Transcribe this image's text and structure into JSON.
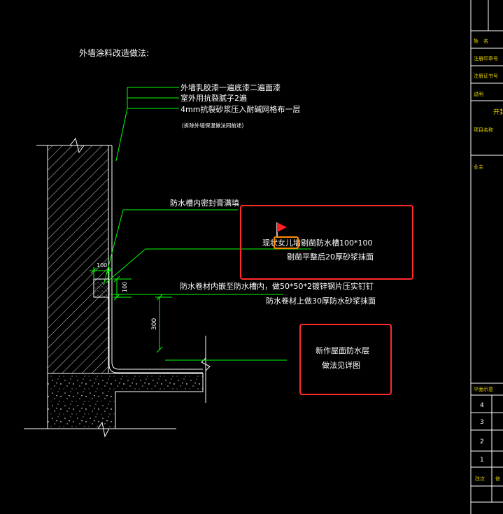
{
  "colors": {
    "background": "#000000",
    "text": "#ffffff",
    "leader": "#00ff00",
    "dim": "#00ff00",
    "outline": "#ffffff",
    "highlight": "#ff2a2a",
    "titleblock_text": "#e6d200",
    "titleblock_line": "#ffffff"
  },
  "title": "外墙涂料改造做法:",
  "labels": {
    "coat1": "外墙乳胶漆一遍底漆二遍面漆",
    "coat2": "室外用抗裂腻子2遍",
    "coat3": "4mm抗裂砂浆压入耐碱网格布一层",
    "coat_note": "(拆除外墙保温做法同前述)",
    "groove_fill": "防水槽内密封膏满填",
    "parapet1": "现状女儿墙剔凿防水槽100*100",
    "parapet2": "剔凿平整后20厚砂浆抹面",
    "membrane1": "防水卷材内嵌至防水槽内，做50*50*2镀锌钢片压实钉钉",
    "membrane2": "防水卷材上做30厚防水砂浆抹面",
    "roof1": "新作屋面防水层",
    "roof2": "做法见详图"
  },
  "dims": {
    "groove_w": "100",
    "groove_h": "100",
    "upturn": "300"
  },
  "title_block": {
    "row1": "姓　名",
    "row2": "注册印章号",
    "row3": "注册证书号",
    "row4": "说明",
    "row5": "开封",
    "row6": "项目名称",
    "row7": "业主",
    "rev_header": "平面示意",
    "rev_rows": [
      "4",
      "3",
      "2",
      "1"
    ],
    "rev_footer_1": "改次",
    "rev_footer_2": "修"
  },
  "icons": [
    "flag-icon",
    "break-line-icon"
  ]
}
